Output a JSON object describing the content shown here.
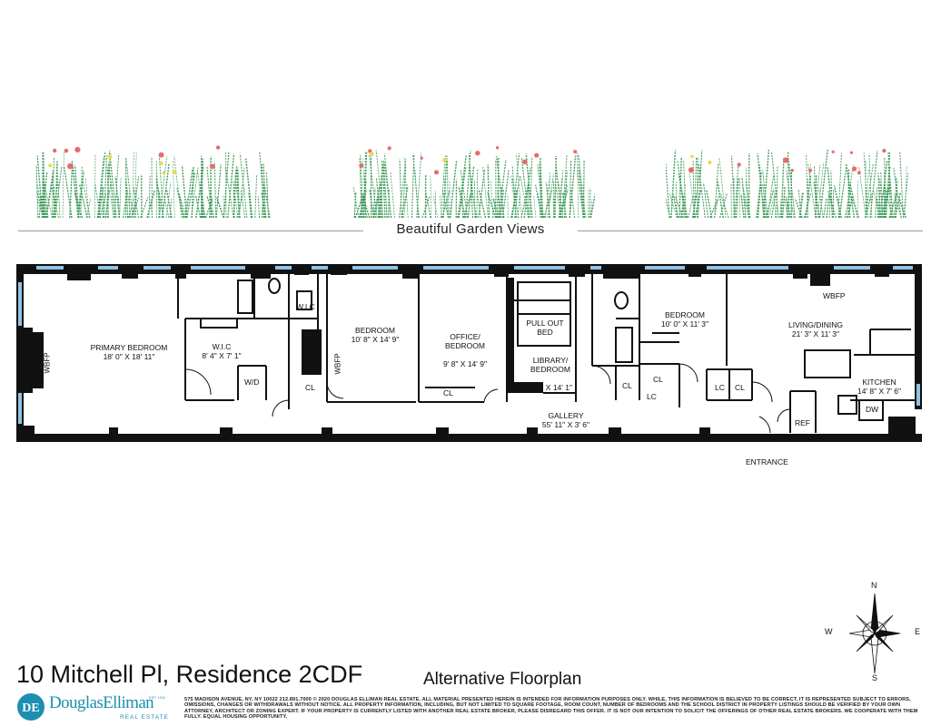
{
  "header": {
    "garden_caption": "Beautiful Garden Views"
  },
  "rooms": [
    {
      "name": "PRIMARY BEDROOM",
      "dims": "18' 0\" X 18' 11\""
    },
    {
      "name": "W.I.C",
      "dims": "8' 4\" X 7' 1\""
    },
    {
      "name": "BEDROOM",
      "dims": "10' 8\" X 14' 9\""
    },
    {
      "name": "OFFICE/\nBEDROOM",
      "dims": "9' 8\" X 14' 9\""
    },
    {
      "name": "LIBRARY/\nBEDROOM",
      "dims": "8' 4\" X 14' 1\""
    },
    {
      "name": "BEDROOM",
      "dims": "10' 0\" X 11' 3\""
    },
    {
      "name": "LIVING/DINING",
      "dims": "21' 3\" X 11' 3\""
    },
    {
      "name": "KITCHEN",
      "dims": "14' 8\" X 7' 6\""
    },
    {
      "name": "GALLERY",
      "dims": "55' 11\" X 3' 6\""
    }
  ],
  "labels": {
    "wbfp": "WBFP",
    "wic": "W.I.C",
    "wd": "W/D",
    "cl": "CL",
    "lc": "LC",
    "pull_out_bed": "PULL OUT\nBED",
    "ref": "REF",
    "dw": "DW",
    "entrance": "ENTRANCE"
  },
  "compass": {
    "n": "N",
    "s": "S",
    "e": "E",
    "w": "W"
  },
  "footer": {
    "title": "10 Mitchell Pl, Residence 2CDF",
    "subtitle": "Alternative Floorplan",
    "brand": "DouglasElliman",
    "brand_est": "EST. 1911",
    "brand_sub": "REAL ESTATE",
    "disclaimer": "575 MADISON AVENUE, NY, NY 10022 212.891.7000 © 2020 DOUGLAS ELLIMAN REAL ESTATE. ALL MATERIAL PRESENTED HEREIN IS INTENDED FOR INFORMATION PURPOSES ONLY. WHILE, THIS INFORMATION IS BELIEVED TO BE CORRECT, IT IS REPRESENTED SUBJECT TO ERRORS, OMISSIONS, CHANGES OR WITHDRAWALS WITHOUT NOTICE. ALL PROPERTY INFORMATION, INCLUDING, BUT NOT LIMITED TO SQUARE FOOTAGE, ROOM COUNT, NUMBER OF BEDROOMS AND THE SCHOOL DISTRICT IN PROPERTY LISTINGS SHOULD BE VERIFIED BY YOUR OWN ATTORNEY, ARCHITECT OR ZONING EXPERT. IF YOUR PROPERTY IS CURRENTLY LISTED WITH ANOTHER REAL ESTATE BROKER, PLEASE DISREGARD THIS OFFER. IT IS NOT OUR INTENTION TO SOLICIT THE OFFERINGS OF OTHER REAL ESTATE BROKERS. WE COOPERATE WITH THEM FULLY. EQUAL HOUSING OPPORTUNITY."
  },
  "colors": {
    "wall": "#111111",
    "window": "#8fc3e6",
    "grass": "#3e9a5a",
    "flower_red": "#e86a6a",
    "flower_yellow": "#e8d85a",
    "brand_teal": "#1c8fb0"
  }
}
